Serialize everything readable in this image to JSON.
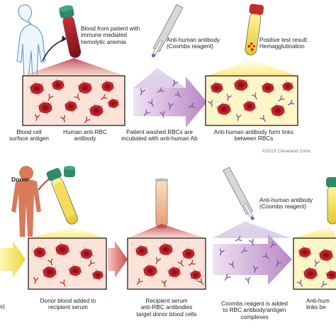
{
  "diagram": {
    "top_row": {
      "patient_label": "Blood from patient with\nimmune mediated\nhemolytic anemia",
      "reagent_label": "Anti-human antibody\n(Coombs reagent)",
      "result_label": "Positive test result:\nHemagglutination",
      "antigen_label": "Blood cell\nsurface antigen",
      "antibody_label": "Human anti-RBC\nantibody",
      "washed_label": "Patient washed RBCs are\nincubated with anti-human Ab",
      "links_label": "Anti-human antibody form links\nbetween RBCs"
    },
    "copyright": "©2023 Cleveland Clinic",
    "bottom_row": {
      "donor_tag": "Donor",
      "left_cut_label": "s)",
      "donor_blood_label": "Donor blood added to\nrecipient serum",
      "serum_label": "Recipient serum\nanti-RBC antibodies\ntarget donor blood cells",
      "reagent_label": "Anti-human antibody\n(Coombs reagent)",
      "complex_label": "Coombs reagent is added\nto RBC antibody/antigen\ncomplexes",
      "right_cut_label": "Anti-hum\nlinks be"
    },
    "colors": {
      "rbc": "#c8202a",
      "rbc_core": "#8e1018",
      "antibody": "#7d5fa6",
      "box_fill": "#fbe3d8",
      "box_result": "#fff6c8",
      "cone": "#f2b9a8",
      "arrow": "#c7a1d0",
      "tube_cap": "#2e8a6b",
      "skin": "#d97a5a",
      "patient_outline": "#6aa1c9"
    }
  }
}
